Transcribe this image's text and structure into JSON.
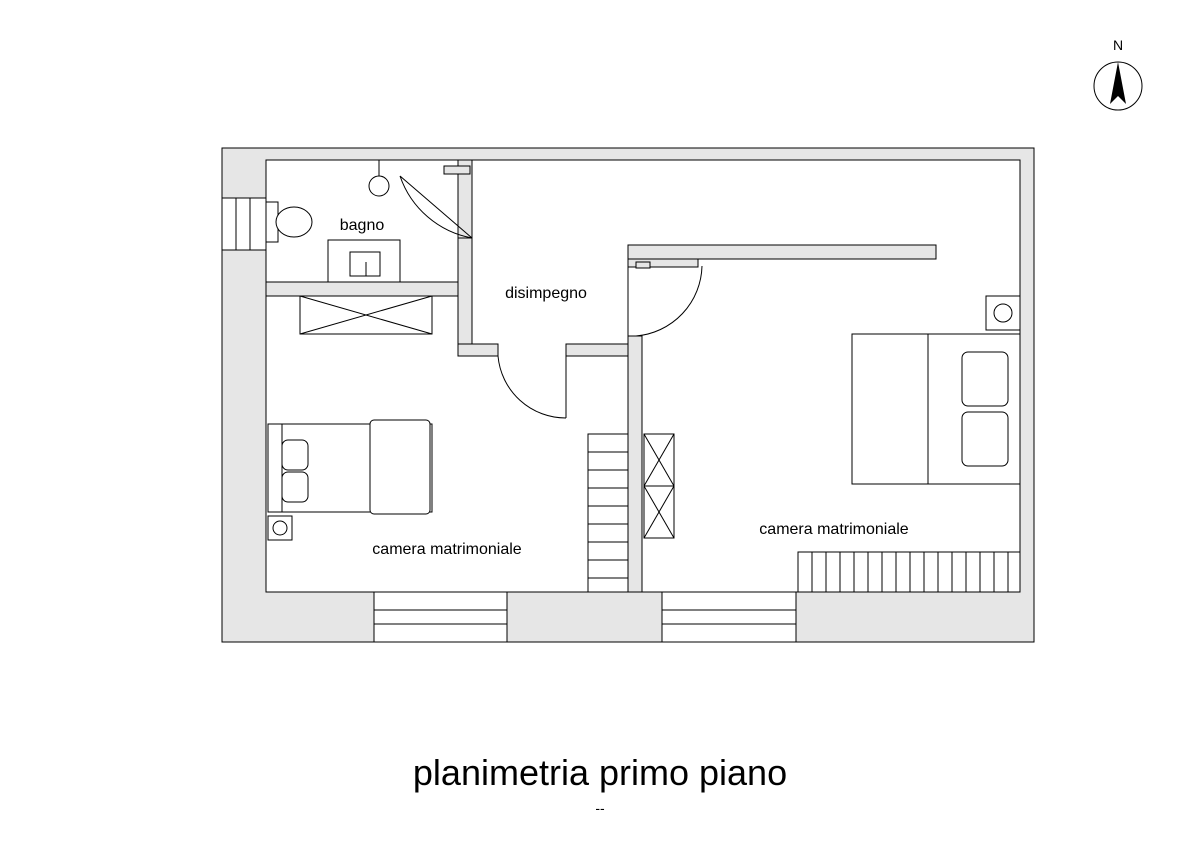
{
  "compass": {
    "letter": "N",
    "icon": "north-arrow-icon"
  },
  "rooms": {
    "bathroom": "bagno",
    "hallway": "disimpegno",
    "bedroom_left": "camera matrimoniale",
    "bedroom_right": "camera matrimoniale"
  },
  "title": "planimetria primo piano",
  "subtitle": "--",
  "colors": {
    "wall": "#e6e6e6",
    "line": "#000000",
    "background": "#ffffff"
  }
}
